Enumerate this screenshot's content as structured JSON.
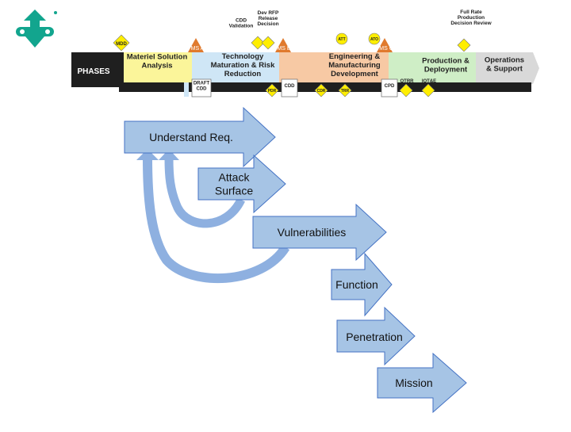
{
  "banner": {
    "phases_label": "PHASES",
    "phases": [
      {
        "label": "Materiel Solution\nAnalysis",
        "color": "#fbf59a"
      },
      {
        "label": "Technology\nMaturation & Risk\nReduction",
        "color": "#cfe6f6"
      },
      {
        "label": "Engineering &\nManufacturing\nDevelopment",
        "color": "#f7c9a4"
      },
      {
        "label": "Production &\nDeployment",
        "color": "#cfeec6"
      },
      {
        "label": "Operations\n& Support",
        "color": "#d9d9d9"
      }
    ],
    "milestones": [
      "MS A",
      "MS B",
      "MS C"
    ],
    "decisions": [
      "MDD",
      "CDD\nValidation",
      "Dev RFP\nRelease\nDecision",
      "Full Rate\nProduction\nDecision Review"
    ],
    "events": [
      "PDR",
      "CDR",
      "TRR",
      "OTRR",
      "IOT&E",
      "ATT",
      "ATO"
    ],
    "documents": [
      "DRAFT\nCDD",
      "CDD",
      "CPD"
    ]
  },
  "steps": [
    {
      "label": "Understand Req."
    },
    {
      "label": "Attack\nSurface"
    },
    {
      "label": "Vulnerabilities"
    },
    {
      "label": "Function"
    },
    {
      "label": "Penetration"
    },
    {
      "label": "Mission"
    }
  ],
  "colors": {
    "arrow_fill": "#a6c4e5",
    "arrow_stroke": "#4472c4",
    "loop": "#8eb0e0",
    "logo": "#12a58e",
    "diamond": "#ffee00",
    "milestone": "#e07a2e"
  }
}
